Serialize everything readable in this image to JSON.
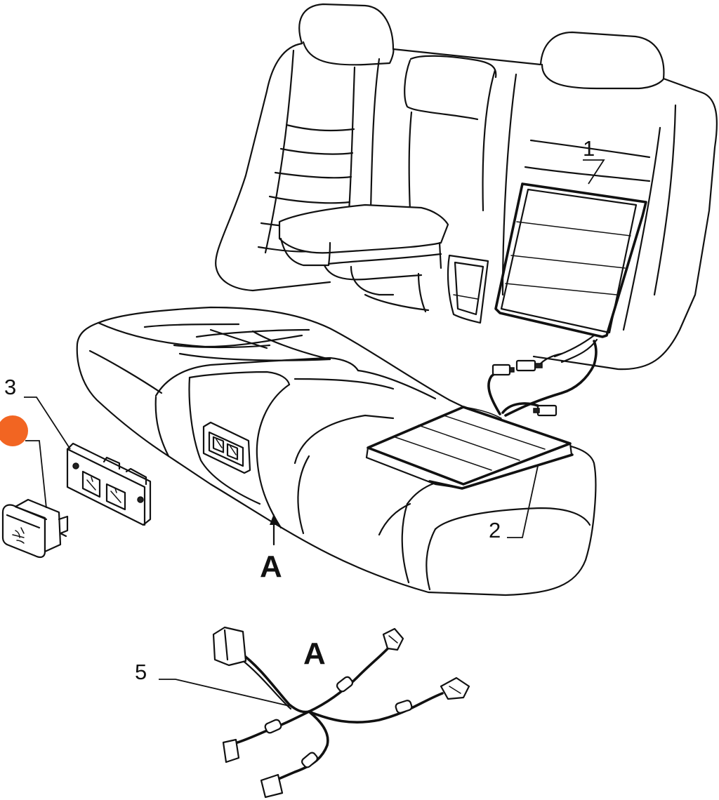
{
  "callouts": {
    "c1": "1",
    "c2": "2",
    "c3": "3",
    "c5": "5"
  },
  "view_labels": {
    "arrow_view": "A",
    "detail_view": "A"
  },
  "marker_color": "#F26522"
}
